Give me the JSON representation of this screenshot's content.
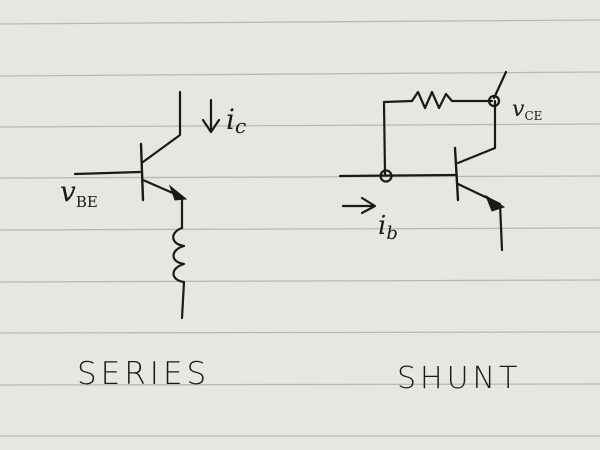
{
  "labels": {
    "ic": "i",
    "ic_sub": "c",
    "vbe": "v",
    "vbe_sub": "BE",
    "ib": "i",
    "ib_sub": "b",
    "vce": "v",
    "vce_sub": "CE"
  },
  "captions": {
    "series": "SERIES",
    "shunt": "SHUNT"
  },
  "colors": {
    "paper": "#e6e7e1",
    "ruled_line": "#b9bab3",
    "ink": "#1a1a1a"
  }
}
